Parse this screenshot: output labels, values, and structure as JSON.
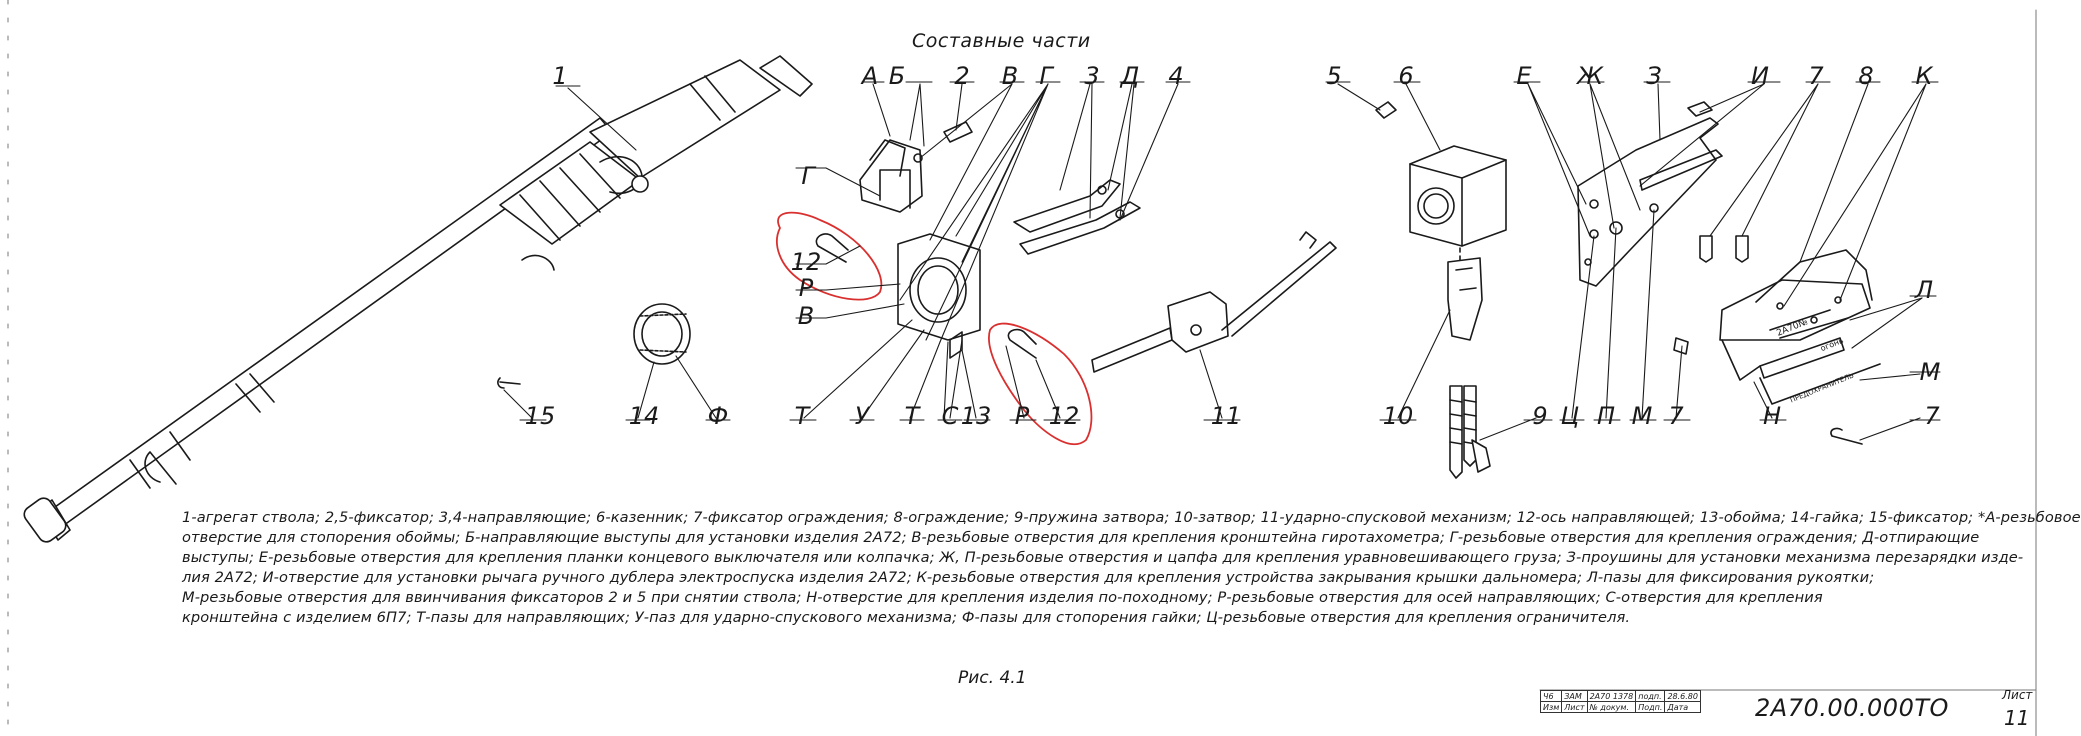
{
  "title": "Составные части",
  "callouts": [
    {
      "id": "c1",
      "text": "1"
    },
    {
      "id": "cA",
      "text": "А"
    },
    {
      "id": "cB",
      "text": "Б"
    },
    {
      "id": "c2",
      "text": "2"
    },
    {
      "id": "cV",
      "text": "В"
    },
    {
      "id": "cG",
      "text": "Г"
    },
    {
      "id": "c3",
      "text": "3"
    },
    {
      "id": "cD",
      "text": "Д"
    },
    {
      "id": "c4",
      "text": "4"
    },
    {
      "id": "c5",
      "text": "5"
    },
    {
      "id": "c6",
      "text": "6"
    },
    {
      "id": "cE",
      "text": "Е"
    },
    {
      "id": "cZh",
      "text": "Ж"
    },
    {
      "id": "cZ",
      "text": "З"
    },
    {
      "id": "cI",
      "text": "И"
    },
    {
      "id": "c7a",
      "text": "7"
    },
    {
      "id": "c8",
      "text": "8"
    },
    {
      "id": "cK",
      "text": "К"
    },
    {
      "id": "cG2",
      "text": "Г"
    },
    {
      "id": "c12a",
      "text": "12"
    },
    {
      "id": "cR1",
      "text": "Р"
    },
    {
      "id": "cV2",
      "text": "В"
    },
    {
      "id": "c15",
      "text": "15"
    },
    {
      "id": "c14",
      "text": "14"
    },
    {
      "id": "cF",
      "text": "Ф"
    },
    {
      "id": "cT1",
      "text": "Т"
    },
    {
      "id": "cU",
      "text": "У"
    },
    {
      "id": "cT2",
      "text": "Т"
    },
    {
      "id": "cS",
      "text": "С"
    },
    {
      "id": "c13",
      "text": "13"
    },
    {
      "id": "cR2",
      "text": "Р"
    },
    {
      "id": "c12b",
      "text": "12"
    },
    {
      "id": "c11",
      "text": "11"
    },
    {
      "id": "c10",
      "text": "10"
    },
    {
      "id": "c9",
      "text": "9"
    },
    {
      "id": "cTs",
      "text": "Ц"
    },
    {
      "id": "cP",
      "text": "П"
    },
    {
      "id": "cM1",
      "text": "М"
    },
    {
      "id": "c7b",
      "text": "7"
    },
    {
      "id": "cN",
      "text": "Н"
    },
    {
      "id": "cL",
      "text": "Л"
    },
    {
      "id": "cM2",
      "text": "М"
    },
    {
      "id": "c7c",
      "text": "7"
    }
  ],
  "part_markings": {
    "guard_serial": "2А70№",
    "guard_warning_1": "огонь",
    "guard_warning_2": "ПРЕДОХРАНИТЕЛЬ"
  },
  "legend_lines": [
    "1-агрегат ствола; 2,5-фиксатор; 3,4-направляющие; 6-казенник; 7-фиксатор ограждения; 8-ограждение; 9-пружина затвора; 10-затвор; 11-ударно-спусковой механизм; 12-ось направляющей; 13-обойма; 14-гайка; 15-фиксатор; *А-резьбовое",
    "отверстие для стопорения обоймы; Б-направляющие выступы для установки изделия 2А72; В-резьбовые отверстия для крепления кронштейна гиротахометра; Г-резьбовые отверстия для крепления ограждения; Д-отпирающие",
    "выступы; Е-резьбовые отверстия для крепления планки концевого выключателя или колпачка; Ж, П-резьбовые отверстия и цапфа для крепления уравновешивающего груза; З-проушины для установки механизма перезарядки изде-",
    "лия 2А72; И-отверстие для установки рычага ручного дублера электроспуска изделия 2А72; К-резьбовые отверстия для крепления устройства закрывания крышки дальномера; Л-пазы для фиксирования рукоятки;",
    "М-резьбовые отверстия для ввинчивания фиксаторов 2 и 5 при снятии ствола; Н-отверстие для крепления изделия по-походному; Р-резьбовые отверстия для осей направляющих; С-отверстия для крепления",
    "кронштейна с изделием 6П7; Т-пазы для направляющих; У-паз для ударно-спускового механизма; Ф-пазы для стопорения гайки; Ц-резьбовые отверстия для крепления ограничителя."
  ],
  "figure_caption": "Рис. 4.1",
  "stamp": {
    "row1": [
      "Ч6",
      "ЗАМ",
      "2А70 1378",
      "подп.",
      "28.6.80"
    ],
    "row2": [
      "Изм",
      "Лист",
      "№ докум.",
      "Подп.",
      "Дата"
    ],
    "doc_code": "2А70.00.000ТО",
    "sheet_label": "Лист",
    "sheet_number": "11"
  },
  "colors": {
    "ink": "#1a1a1a",
    "annotation": "#d9302f",
    "paper": "#ffffff"
  }
}
